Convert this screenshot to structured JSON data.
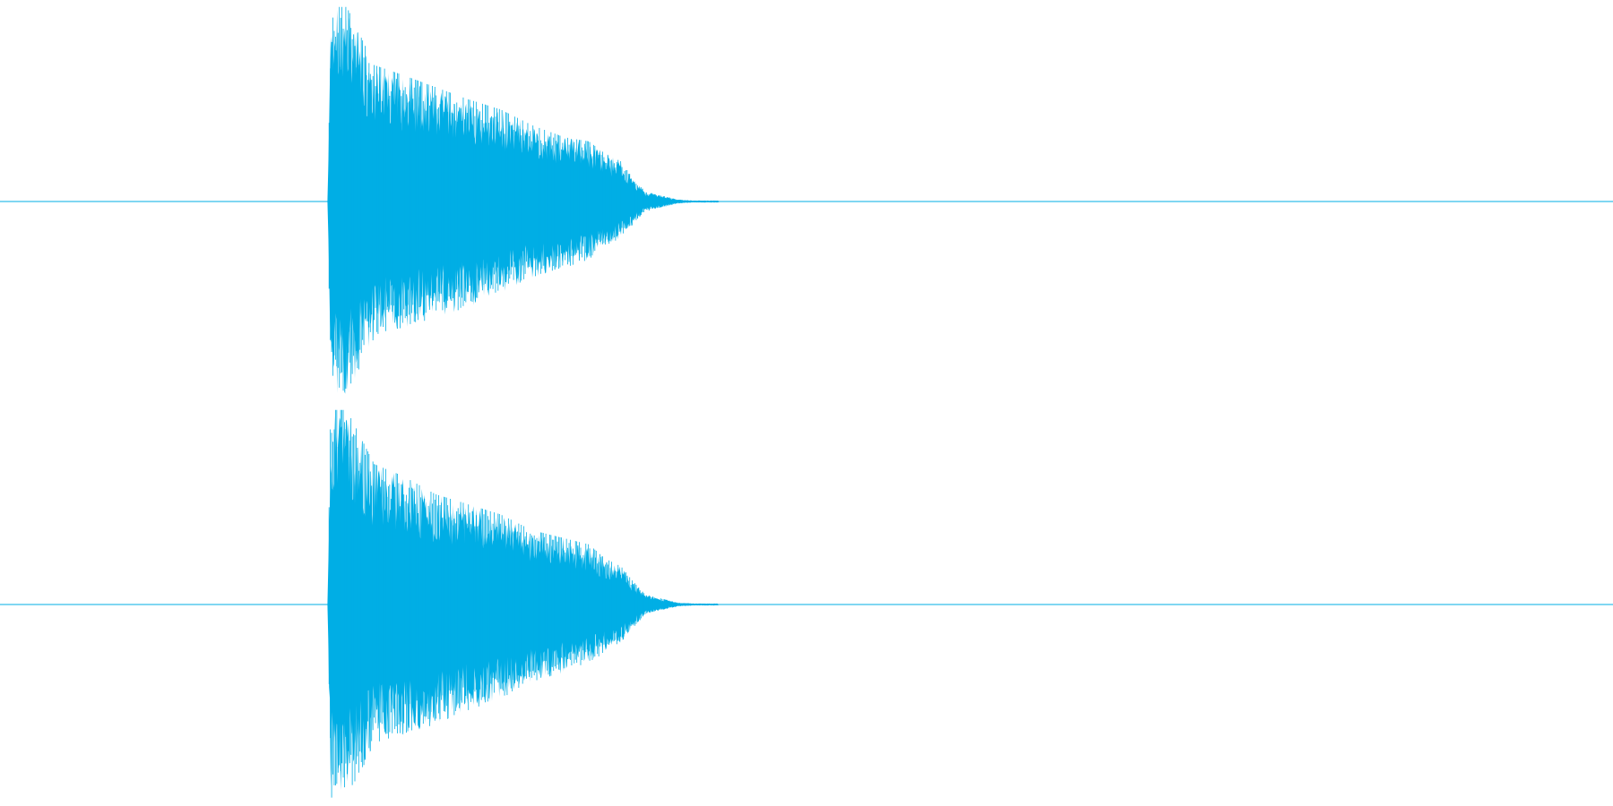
{
  "colors": {
    "waveform": "#00AEE5",
    "background": "#FFFFFF"
  },
  "chart_data": {
    "type": "area",
    "title": "",
    "xlabel": "",
    "ylabel": "",
    "grid": false,
    "legend": "none",
    "ylim": [
      -1,
      1
    ],
    "x_range": [
      0,
      1
    ],
    "channels": [
      {
        "id": "channel-1",
        "envelope": {
          "t": [
            0.0,
            0.203,
            0.205,
            0.215,
            0.232,
            0.25,
            0.27,
            0.29,
            0.31,
            0.33,
            0.35,
            0.365,
            0.375,
            0.385,
            0.392,
            0.4,
            0.41,
            0.415,
            0.42,
            0.43,
            0.445,
            0.447,
            0.452,
            1.0
          ],
          "upper": [
            0.0,
            0.0,
            0.97,
            0.97,
            0.68,
            0.63,
            0.57,
            0.51,
            0.46,
            0.38,
            0.32,
            0.3,
            0.24,
            0.2,
            0.12,
            0.05,
            0.03,
            0.02,
            0.01,
            0.005,
            0.005,
            0.0,
            0.0,
            0.0
          ],
          "lower": [
            0.0,
            0.0,
            -0.97,
            -0.97,
            -0.68,
            -0.64,
            -0.58,
            -0.53,
            -0.46,
            -0.38,
            -0.33,
            -0.29,
            -0.23,
            -0.18,
            -0.12,
            -0.05,
            -0.03,
            -0.02,
            -0.01,
            -0.005,
            -0.005,
            0.0,
            0.0,
            0.0
          ]
        }
      },
      {
        "id": "channel-2",
        "envelope": {
          "t": [
            0.0,
            0.203,
            0.205,
            0.215,
            0.232,
            0.25,
            0.27,
            0.29,
            0.31,
            0.33,
            0.35,
            0.365,
            0.375,
            0.385,
            0.392,
            0.4,
            0.41,
            0.415,
            0.42,
            0.43,
            0.445,
            0.447,
            0.452,
            1.0
          ],
          "upper": [
            0.0,
            0.0,
            0.97,
            0.97,
            0.7,
            0.64,
            0.55,
            0.5,
            0.45,
            0.37,
            0.33,
            0.3,
            0.23,
            0.19,
            0.12,
            0.05,
            0.03,
            0.02,
            0.01,
            0.005,
            0.005,
            0.0,
            0.0,
            0.0
          ],
          "lower": [
            0.0,
            0.0,
            -0.97,
            -0.97,
            -0.7,
            -0.66,
            -0.6,
            -0.53,
            -0.47,
            -0.39,
            -0.34,
            -0.29,
            -0.24,
            -0.19,
            -0.12,
            -0.05,
            -0.03,
            -0.02,
            -0.01,
            -0.005,
            -0.005,
            0.0,
            0.0,
            0.0
          ]
        }
      }
    ]
  }
}
